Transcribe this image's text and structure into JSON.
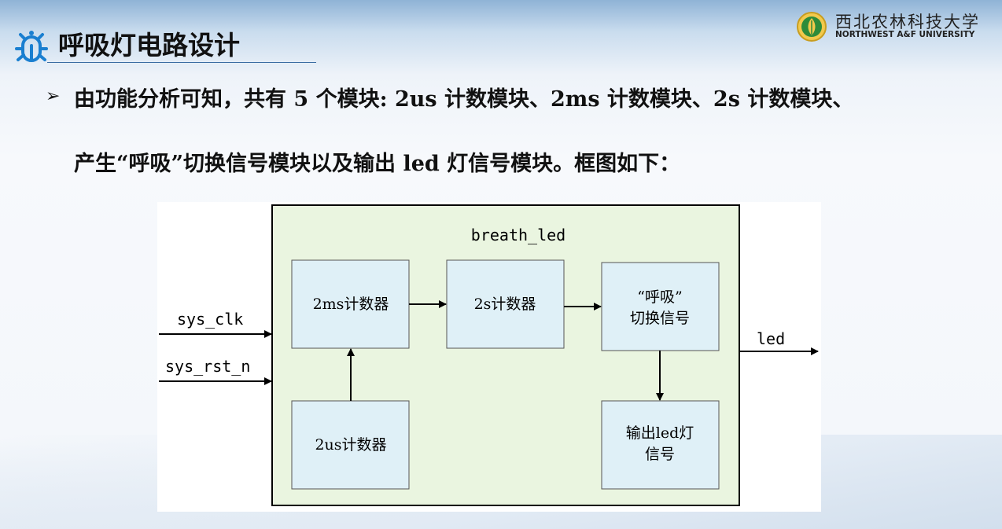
{
  "header": {
    "title": "呼吸灯电路设计",
    "logo_cn": "西北农林科技大学",
    "logo_en": "NORTHWEST A&F UNIVERSITY"
  },
  "bullet": {
    "marker": "➢",
    "line1": "由功能分析可知，共有 5 个模块: 2us 计数模块、2ms 计数模块、2s 计数模块、",
    "line2": "产生“呼吸”切换信号模块以及输出 led 灯信号模块。框图如下："
  },
  "diagram": {
    "container_label": "breath_led",
    "inputs": [
      "sys_clk",
      "sys_rst_n"
    ],
    "output": "led",
    "blocks": {
      "ms_counter": "2ms计数器",
      "s_counter": "2s计数器",
      "breath_switch_line1": "“呼吸”",
      "breath_switch_line2": "切换信号",
      "us_counter": "2us计数器",
      "led_out_line1": "输出led灯",
      "led_out_line2": "信号"
    },
    "colors": {
      "container_fill": "#eaf5e0",
      "block_fill": "#dff0f7",
      "line": "#000000"
    }
  }
}
